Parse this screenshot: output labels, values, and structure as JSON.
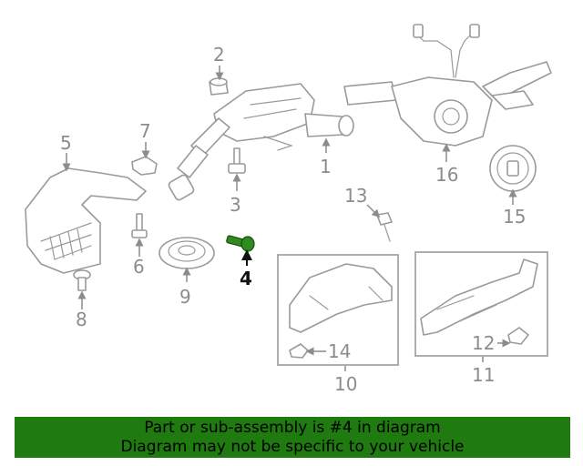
{
  "labels": {
    "p1": "1",
    "p2": "2",
    "p3": "3",
    "p4": "4",
    "p5": "5",
    "p6": "6",
    "p7": "7",
    "p8": "8",
    "p9": "9",
    "p10": "10",
    "p11": "11",
    "p12": "12",
    "p13": "13",
    "p14": "14",
    "p15": "15",
    "p16": "16"
  },
  "highlight_color": "#1f7a0f",
  "highlighted_part": "4",
  "banner": {
    "line1": "Part or sub-assembly is #4 in diagram",
    "line2": "Diagram may not be specific to your vehicle"
  }
}
